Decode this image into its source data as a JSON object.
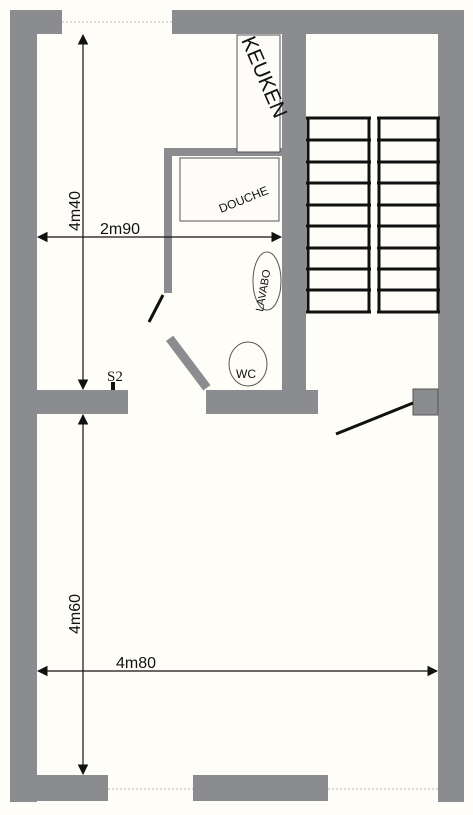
{
  "colors": {
    "background": "#fffdf7",
    "wall": "#8a8c8f",
    "wall_edge": "#6f7174",
    "line": "#111111",
    "fixture_fill": "#fdfcf8",
    "outline": "#555555"
  },
  "labels": {
    "kitchen": "KEUKEN",
    "shower": "DOUCHE",
    "washbasin": "LAVABO",
    "toilet": "WC",
    "switch": "S2"
  },
  "dimensions": {
    "upper_height": "4m40",
    "lower_height": "4m60",
    "upper_width": "2m90",
    "full_width": "4m80"
  },
  "icons": {
    "staircase": "staircase-icon",
    "door_swing": "door-leaf-icon",
    "arrowhead": "arrowhead-icon"
  }
}
